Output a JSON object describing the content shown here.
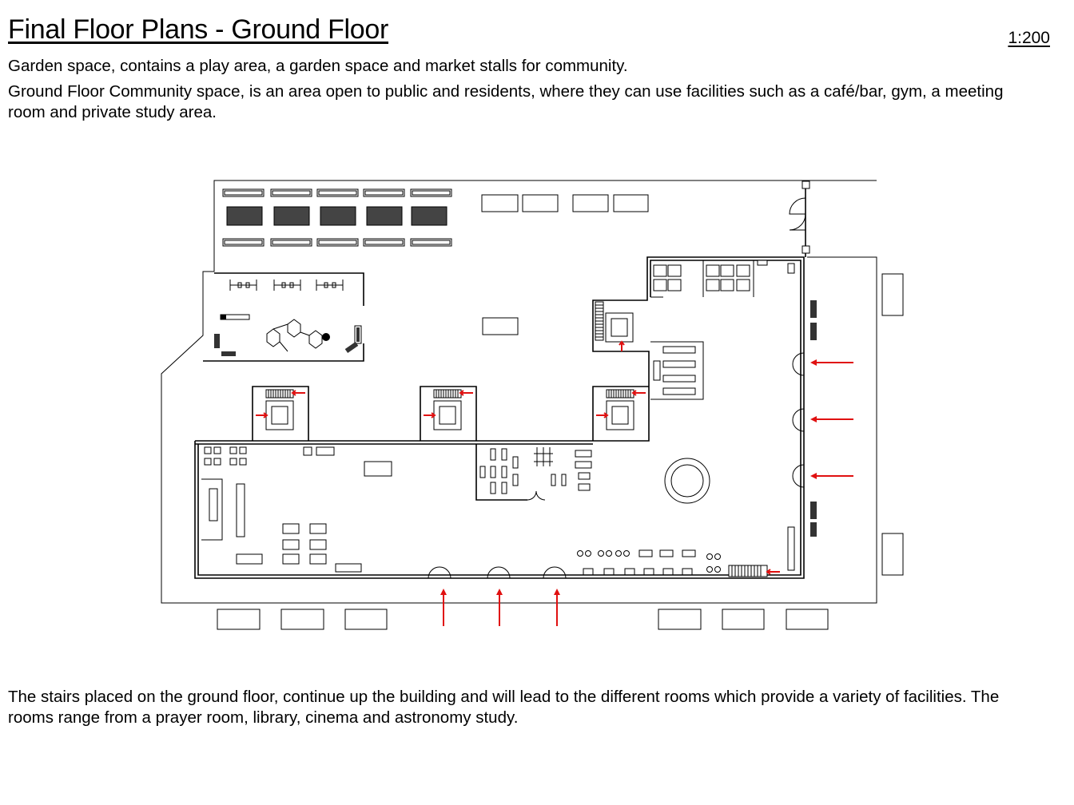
{
  "page": {
    "title": "Final Floor Plans - Ground Floor",
    "scale": "1:200",
    "intro_garden": "Garden space, contains a play area, a garden space and market stalls for community.",
    "intro_community": "Ground Floor Community space, is an area open to public and residents, where they can use facilities such as a café/bar, gym, a meeting room and private study area.",
    "stairs_note": "The stairs placed on the ground floor, continue up the building and will lead to the different rooms which provide a variety of facilities. The rooms range from a prayer room, library, cinema and astronomy study."
  },
  "plan": {
    "accent_color": "#e01010",
    "entrance_arrows_east": 3,
    "entrance_arrows_south": 3,
    "stair_cores": 4
  }
}
